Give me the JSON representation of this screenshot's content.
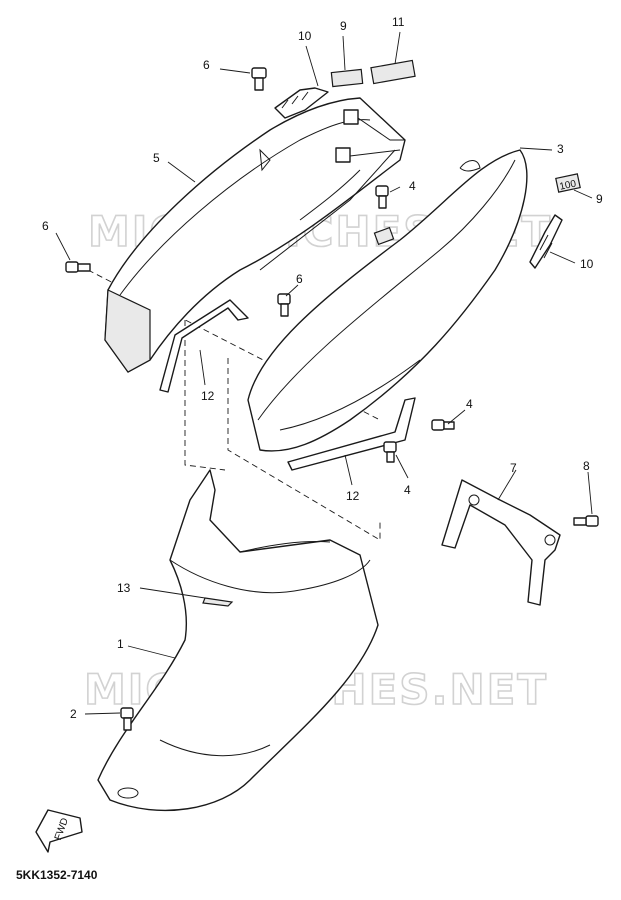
{
  "watermarks": [
    "MICROFICHES.NET",
    "MICROFICHES.NET"
  ],
  "callouts": [
    "10",
    "9",
    "11",
    "6",
    "5",
    "3",
    "4",
    "9",
    "6",
    "10",
    "6",
    "12",
    "4",
    "4",
    "12",
    "7",
    "8",
    "13",
    "1",
    "2"
  ],
  "fwd_label": "FWD",
  "part_code": "5KK1352-7140",
  "decal_text": "100"
}
